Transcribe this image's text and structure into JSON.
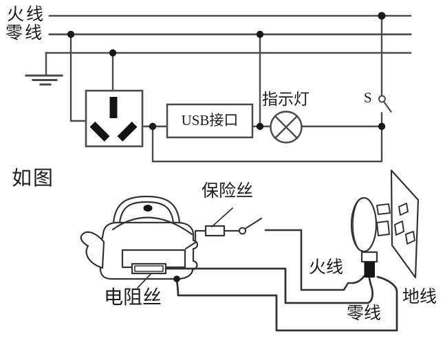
{
  "top_circuit": {
    "live_wire_label": "火线",
    "neutral_wire_label": "零线",
    "usb_port_label": "USB接口",
    "indicator_lamp_label": "指示灯",
    "switch_label": "S"
  },
  "caption": {
    "text": "、如图"
  },
  "kettle_circuit": {
    "fuse_label": "保险丝",
    "resistance_wire_label": "电阻丝",
    "live_wire_label": "火线",
    "neutral_wire_label": "零线",
    "earth_wire_label": "地线"
  },
  "colors": {
    "thin_line": "#4a4a4a",
    "thick_line": "#333333",
    "fill_black": "#151515",
    "text": "#1c1c1c",
    "background": "#ffffff"
  }
}
